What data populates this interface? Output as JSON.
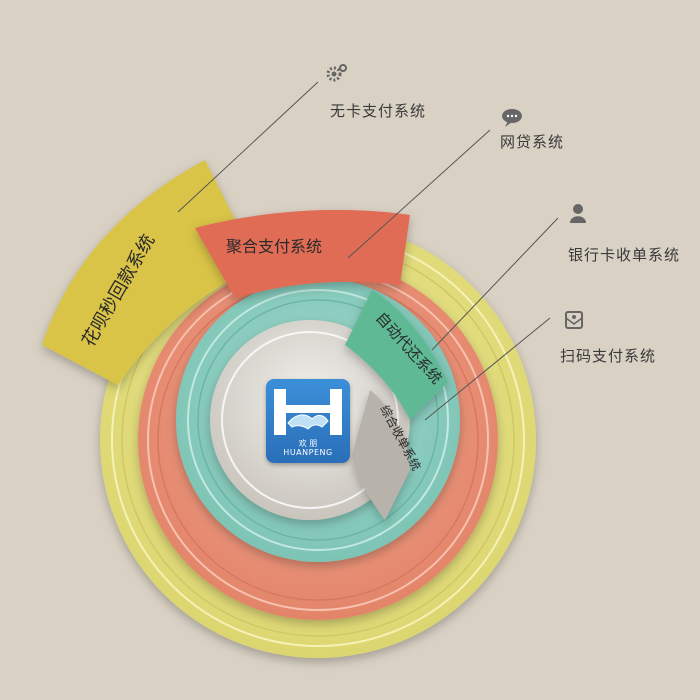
{
  "segments": {
    "huabei": "花呗秒回款系统",
    "juhe": "聚合支付系统",
    "zidong": "自动代还系统",
    "zonghe": "综合收单系统"
  },
  "callouts": {
    "wuka": {
      "label": "无卡支付系统",
      "icon": "gear-icon"
    },
    "wangdai": {
      "label": "网贷系统",
      "icon": "chat-icon"
    },
    "yinhangka": {
      "label": "银行卡收单系统",
      "icon": "person-icon"
    },
    "saoma": {
      "label": "扫码支付系统",
      "icon": "qr-envelope-icon"
    }
  },
  "logo": {
    "text_cn": "欢 朋",
    "text_en": "HUANPENG"
  },
  "colors": {
    "background": "#d9d1c4",
    "ring_yellow": "#e7e28c",
    "ring_salmon": "#e9957b",
    "ring_teal": "#8ecfc2",
    "ring_gray": "#d7d4cd",
    "segment_mustard": "#d9c447",
    "segment_red": "#e06c55",
    "segment_green": "#5fb995",
    "segment_gray": "#b8b3aa",
    "logo_blue": "#2f80cc"
  }
}
